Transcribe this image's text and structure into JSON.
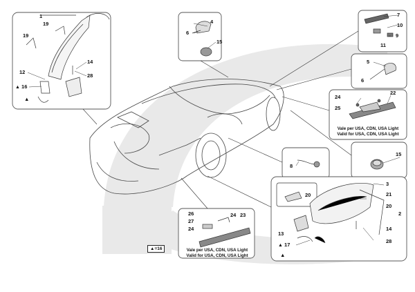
{
  "diagram": {
    "colors": {
      "line": "#222222",
      "watermark": "#e8e8e8",
      "box_border": "#555555",
      "background": "#ffffff"
    },
    "callouts": {
      "top_left": [
        "1",
        "19",
        "19",
        "14",
        "12",
        "28",
        "16"
      ],
      "top_center": [
        "4",
        "6",
        "15"
      ],
      "top_right": [
        "7",
        "10",
        "9",
        "11"
      ],
      "right_upper": [
        "5",
        "6"
      ],
      "right_middle": [
        "24",
        "22",
        "25"
      ],
      "right_lower": [
        "15"
      ],
      "sensor": [
        "8"
      ],
      "bottom_right": [
        "3",
        "21",
        "20",
        "2",
        "20",
        "14",
        "13",
        "28",
        "17"
      ],
      "bottom_center": [
        "26",
        "27",
        "24",
        "24",
        "23"
      ]
    },
    "market_note_line1": "Vale per USA, CDN, USA Light",
    "market_note_line2": "Valid for USA, CDN, USA Light",
    "legend_symbol": "▲",
    "legend_value": "=16",
    "triangle_marker": "▲"
  }
}
